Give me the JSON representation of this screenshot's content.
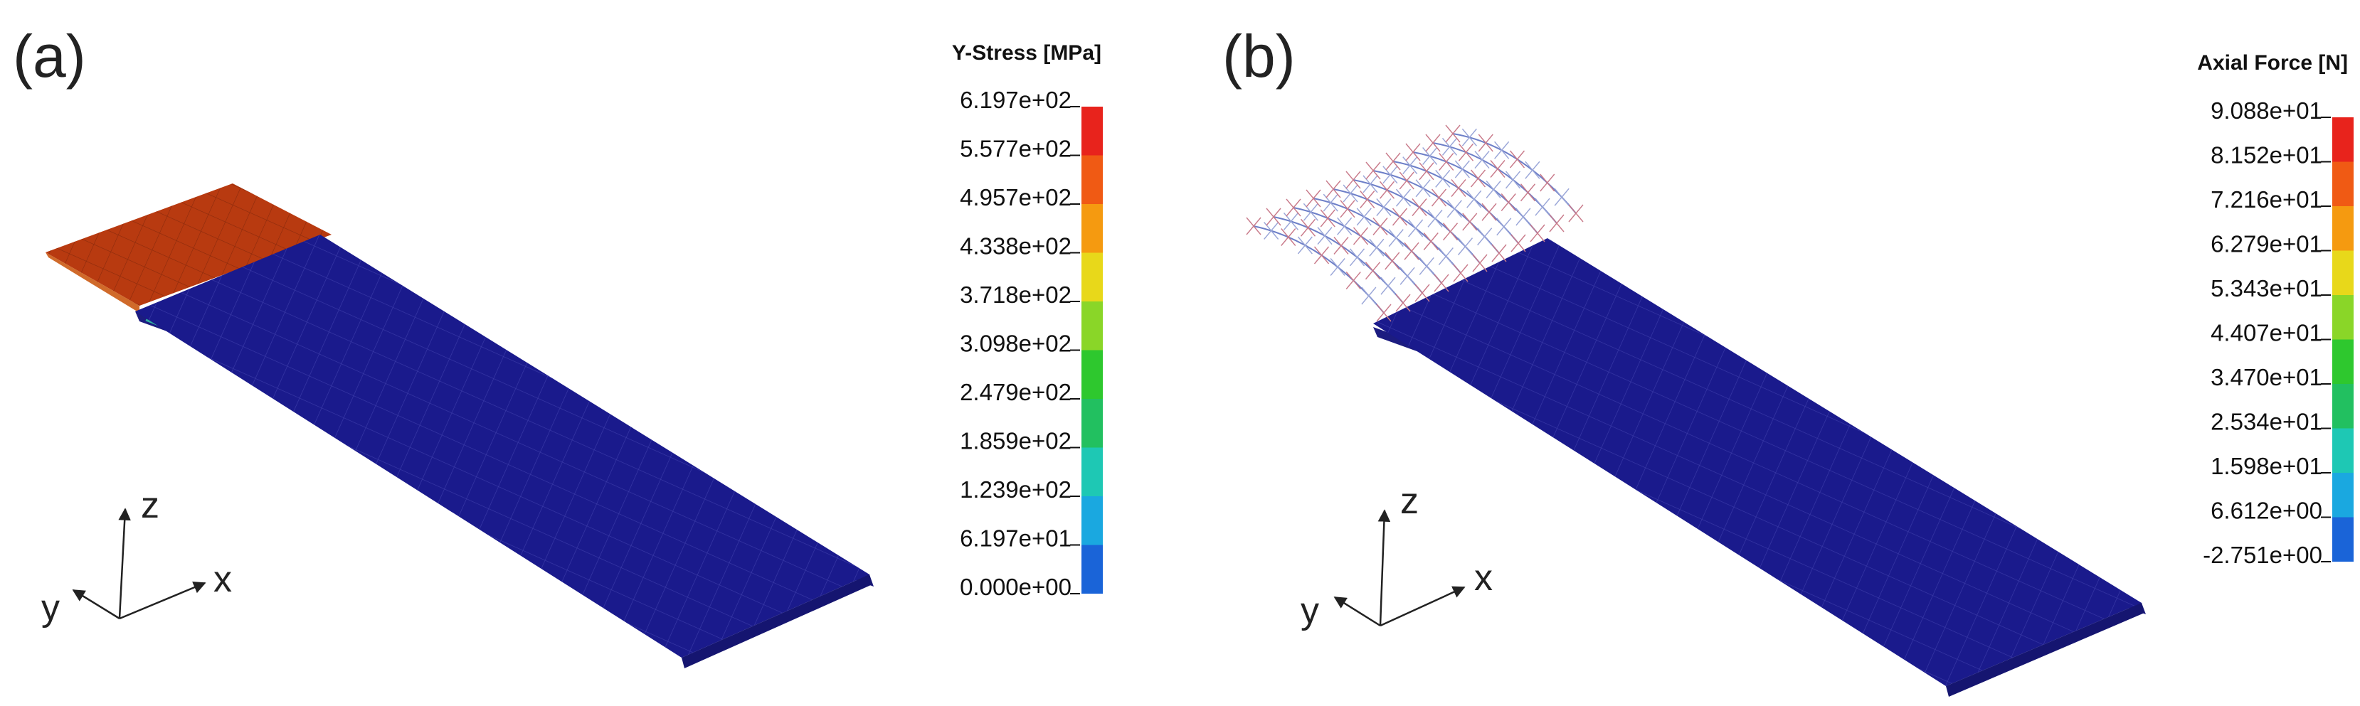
{
  "panels": [
    {
      "label": "(a)",
      "legend": {
        "title": "Y-Stress [MPa]",
        "ticks": [
          "6.197e+02",
          "5.577e+02",
          "4.957e+02",
          "4.338e+02",
          "3.718e+02",
          "3.098e+02",
          "2.479e+02",
          "1.859e+02",
          "1.239e+02",
          "6.197e+01",
          "0.000e+00"
        ]
      },
      "axes": {
        "z": "z",
        "y": "y",
        "x": "x"
      }
    },
    {
      "label": "(b)",
      "legend": {
        "title": "Axial Force [N]",
        "ticks": [
          "9.088e+01",
          "8.152e+01",
          "7.216e+01",
          "6.279e+01",
          "5.343e+01",
          "4.407e+01",
          "3.470e+01",
          "2.534e+01",
          "1.598e+01",
          "6.612e+00",
          "-2.751e+00"
        ]
      },
      "axes": {
        "z": "z",
        "y": "y",
        "x": "x"
      }
    }
  ],
  "colors": {
    "plate": "#1a1a8c",
    "grip": "#b83a10",
    "colorbar": [
      "#e8231c",
      "#f05a14",
      "#f59a10",
      "#e8d81a",
      "#8ad628",
      "#2ec82e",
      "#22c060",
      "#1ec8b4",
      "#1aa8e0",
      "#1a64d8",
      "#1a1ad8"
    ]
  }
}
